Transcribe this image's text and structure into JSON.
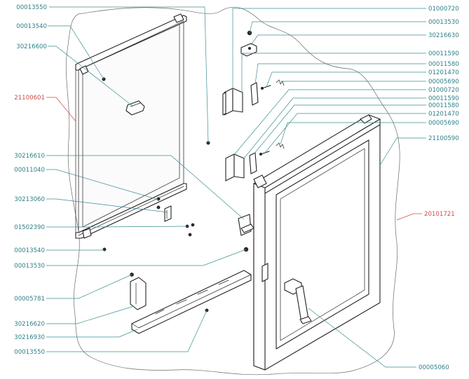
{
  "colors": {
    "label": "#2f8088",
    "leader": "#3f8e94",
    "highlight_label": "#d24a4a",
    "part_stroke": "#222222"
  },
  "labels": {
    "l_00013550_top": "00013550",
    "l_00013540_top": "00013540",
    "l_30216600": "30216600",
    "l_21100601": "21100601",
    "l_30216610": "30216610",
    "l_00011040": "00011040",
    "l_30213060": "30213060",
    "l_01502390": "01502390",
    "l_00013540_bot": "00013540",
    "l_00013530_bot": "00013530",
    "l_00005781": "00005781",
    "l_30216620": "30216620",
    "l_30216930": "30216930",
    "l_00013550_bot": "00013550",
    "r_01000720_a": "01000720",
    "r_00013530": "00013530",
    "r_30216630": "30216630",
    "r_00011590_a": "00011590",
    "r_00011580_a": "00011580",
    "r_01201470_a": "01201470",
    "r_00005690_a": "00005690",
    "r_01000720_b": "01000720",
    "r_00011590_b": "00011590",
    "r_00011580_b": "00011580",
    "r_01201470_b": "01201470",
    "r_00005690_b": "00005690",
    "r_21100590": "21100590",
    "r_20101721": "20101721",
    "r_00005060": "00005060"
  }
}
